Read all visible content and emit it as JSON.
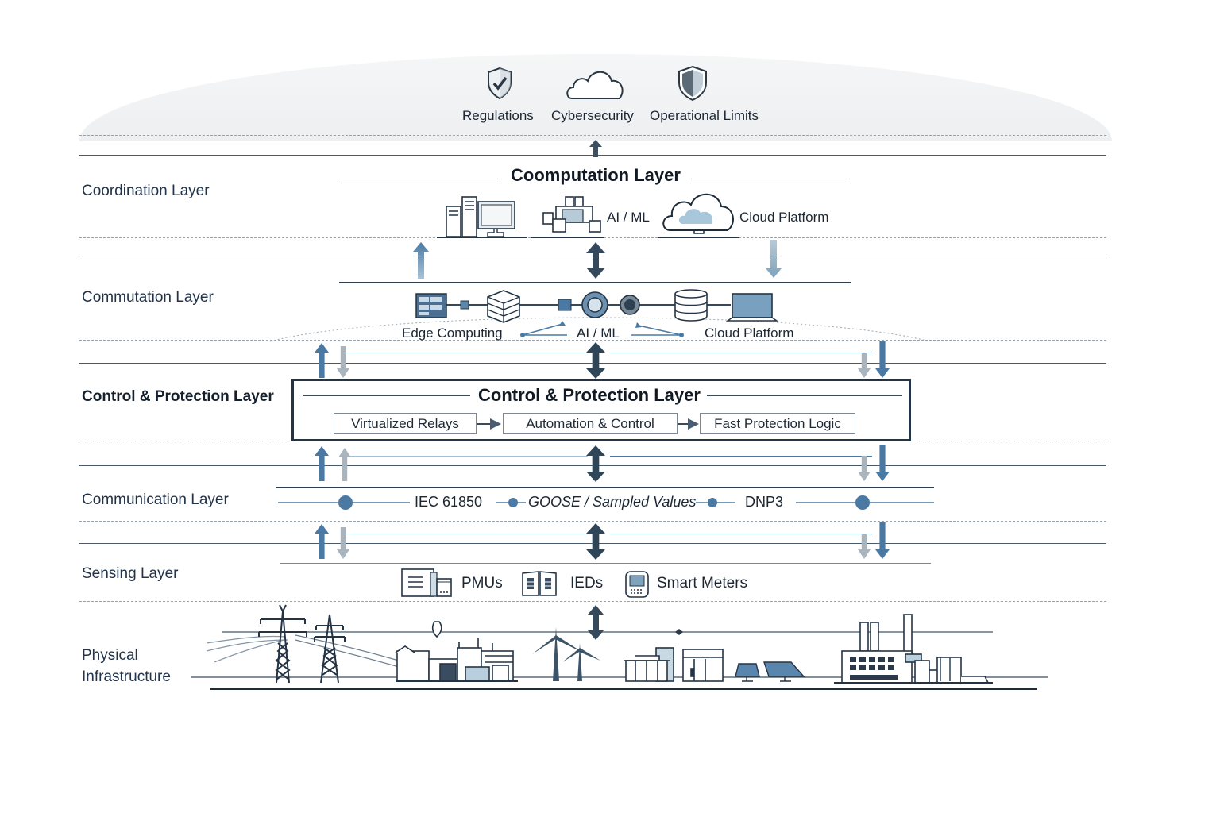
{
  "constraints": {
    "items": [
      {
        "label": "Regulations",
        "icon": "shield-check-icon"
      },
      {
        "label": "Cybersecurity",
        "icon": "cloud-icon"
      },
      {
        "label": "Operational Limits",
        "icon": "shield-icon"
      }
    ]
  },
  "side_labels": {
    "coordination": "Coordination Layer",
    "commutation": "Commutation Layer",
    "control": "Control & Protection Layer",
    "communication": "Communication Layer",
    "sensing": "Sensing Layer",
    "physical_line1": "Physical",
    "physical_line2": "Infrastructure"
  },
  "computation_layer": {
    "title": "Coomputation Layer",
    "items": [
      {
        "label": "",
        "icon": "server-workstation-icon"
      },
      {
        "label": "AI / ML",
        "icon": "network-nodes-icon"
      },
      {
        "label": "Cloud Platform",
        "icon": "cloud-icon"
      }
    ]
  },
  "commutation_layer": {
    "items": [
      {
        "label": "Edge Computing",
        "icon": "edge-rack-icon"
      },
      {
        "label": "AI / ML",
        "icon": "gears-icon"
      },
      {
        "label": "Cloud Platform",
        "icon": "laptop-icon"
      }
    ]
  },
  "control_layer": {
    "title": "Control & Protection Layer",
    "steps": [
      "Virtualized Relays",
      "Automation & Control",
      "Fast Protection Logic"
    ]
  },
  "communication_layer": {
    "protocols": [
      "IEC 61850",
      "GOOSE / Sampled Values",
      "DNP3"
    ]
  },
  "sensing_layer": {
    "devices": [
      {
        "label": "PMUs",
        "icon": "pmu-icon"
      },
      {
        "label": "IEDs",
        "icon": "ied-icon"
      },
      {
        "label": "Smart Meters",
        "icon": "smart-meter-icon"
      }
    ]
  },
  "physical_infrastructure": {
    "assets": [
      "transmission-tower",
      "transmission-tower",
      "substation",
      "wind-turbine",
      "wind-turbine",
      "commercial-building",
      "building",
      "solar-panel",
      "solar-panel",
      "power-plant"
    ]
  },
  "colors": {
    "dark": "#2f4558",
    "blue": "#4a7aa3",
    "grey": "#a9b4bd",
    "light_blue": "#9dc0d6"
  }
}
